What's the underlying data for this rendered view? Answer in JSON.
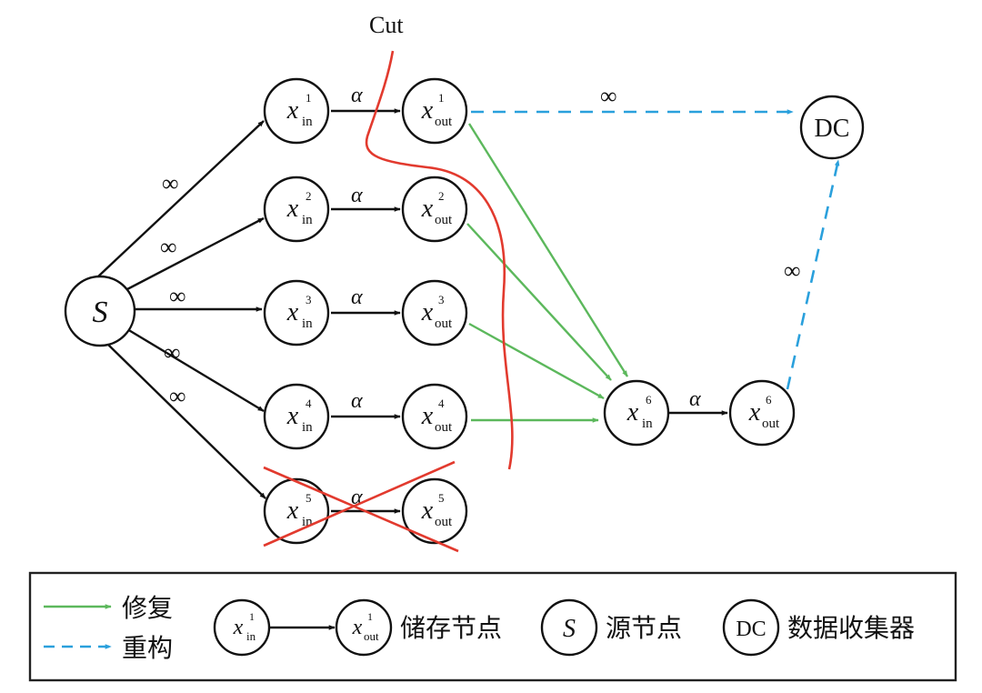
{
  "cut_label": "Cut",
  "source_label": "S",
  "collector_label": "DC",
  "var_letter": "x",
  "sub_in": "in",
  "sub_out": "out",
  "alpha": "α",
  "infinity": "∞",
  "storage_nodes": [
    {
      "index": "1"
    },
    {
      "index": "2"
    },
    {
      "index": "3"
    },
    {
      "index": "4"
    },
    {
      "index": "5"
    }
  ],
  "new_node": {
    "index": "6"
  },
  "legend": {
    "repair": "修复",
    "reconstruct": "重构",
    "storage_node": "储存节点",
    "source_node": "源节点",
    "collector": "数据收集器",
    "example_index": "1"
  },
  "colors": {
    "repair": "#5cb85c",
    "reconstruct": "#2aa0dc",
    "cut": "#e23a2e",
    "ink": "#111111"
  }
}
